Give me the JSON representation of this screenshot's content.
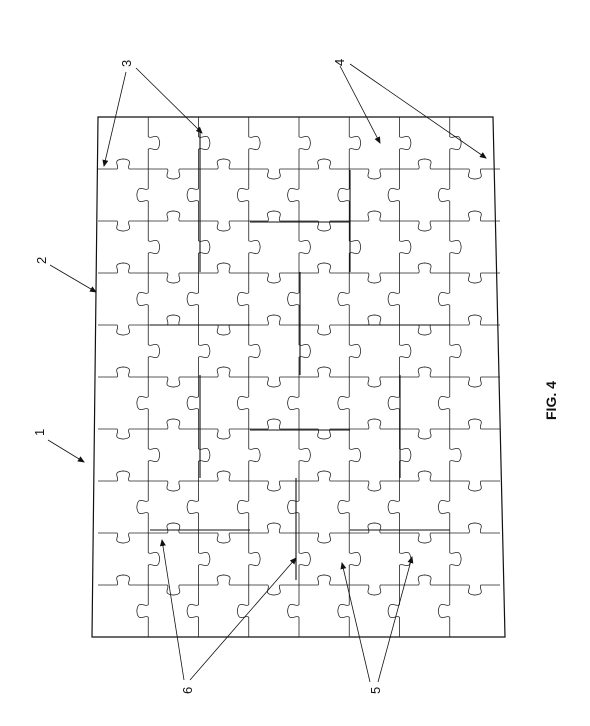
{
  "figure": {
    "caption": "FIG. 4"
  },
  "reference_numerals": {
    "label_1": "1",
    "label_2": "2",
    "label_3": "3",
    "label_4": "4",
    "label_5": "5",
    "label_6": "6"
  },
  "colors": {
    "ink": "#111111",
    "paper": "#ffffff"
  }
}
